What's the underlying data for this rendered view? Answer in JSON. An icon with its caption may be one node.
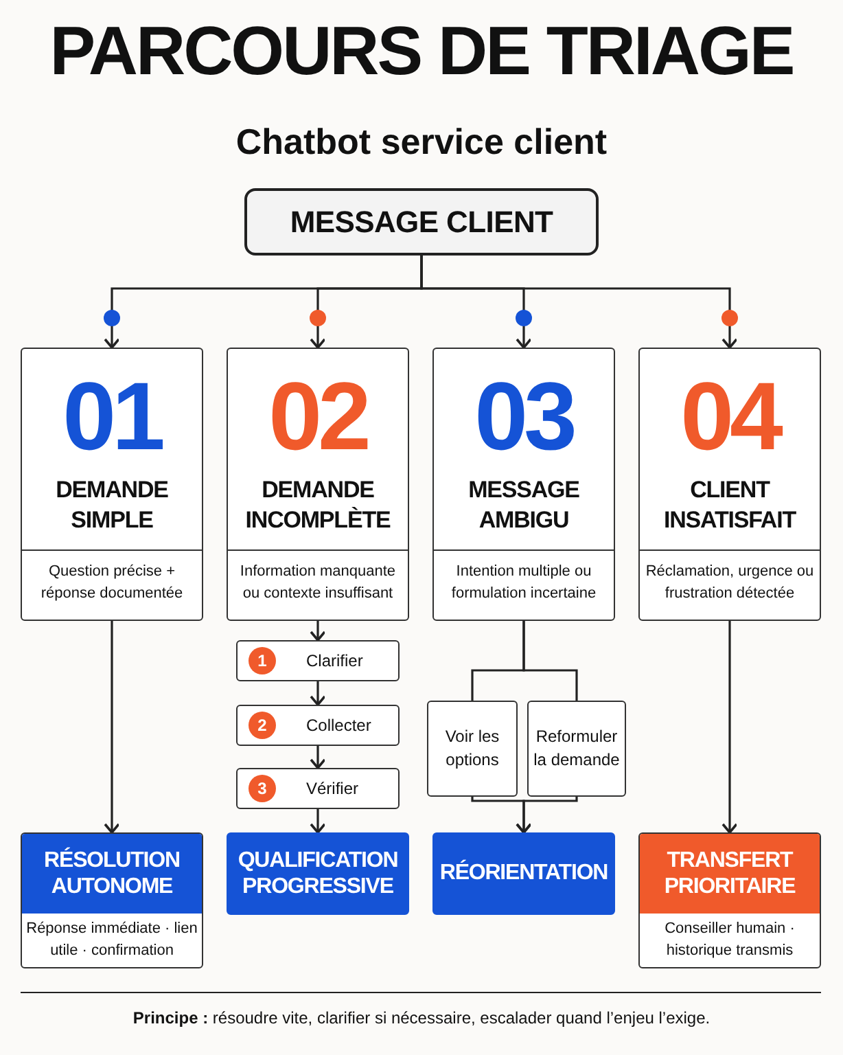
{
  "diagram": {
    "title": "PARCOURS DE TRIAGE",
    "caption": "Chatbot service client",
    "nodes": [
      {
        "text": [
          "MESSAGE CLIENT"
        ]
      },
      {
        "text": [
          "01",
          "DEMANDE SIMPLE",
          "Question précise + réponse documentée"
        ]
      },
      {
        "text": [
          "02",
          "DEMANDE INCOMPLÈTE",
          "Information manquante ou contexte insuffisant"
        ]
      },
      {
        "text": [
          "03",
          "MESSAGE AMBIGU",
          "Intention multiple ou formulation incertaine"
        ]
      },
      {
        "text": [
          "04",
          "CLIENT INSATISFAIT",
          "Réclamation, urgence ou frustration détectée"
        ]
      },
      {
        "text": [
          "1",
          "Clarifier"
        ]
      },
      {
        "text": [
          "2",
          "Collecter"
        ]
      },
      {
        "text": [
          "3",
          "Vérifier"
        ]
      },
      {
        "text": [
          "Voir les options"
        ]
      },
      {
        "text": [
          "Reformuler la demande"
        ]
      },
      {
        "text": [
          "RÉSOLUTION AUTONOME",
          "Réponse immédiate · lien utile · confirmation"
        ]
      },
      {
        "text": [
          "QUALIFICATION PROGRESSIVE"
        ]
      },
      {
        "text": [
          "RÉORIENTATION"
        ]
      },
      {
        "text": [
          "TRANSFERT PRIORITAIRE",
          "Conseiller humain · historique transmis"
        ]
      }
    ],
    "edges": [
      {
        "from": 0,
        "to": 1,
        "arrow": "to"
      },
      {
        "from": 0,
        "to": 2,
        "arrow": "to"
      },
      {
        "from": 0,
        "to": 3,
        "arrow": "to"
      },
      {
        "from": 0,
        "to": 4,
        "arrow": "to"
      },
      {
        "from": 1,
        "to": 10,
        "arrow": "to"
      },
      {
        "from": 2,
        "to": 5,
        "arrow": "to"
      },
      {
        "from": 5,
        "to": 6,
        "arrow": "to"
      },
      {
        "from": 6,
        "to": 7,
        "arrow": "to"
      },
      {
        "from": 7,
        "to": 11,
        "arrow": "to"
      },
      {
        "from": 3,
        "to": 8,
        "arrow": "none"
      },
      {
        "from": 3,
        "to": 9,
        "arrow": "none"
      },
      {
        "from": 8,
        "to": 12,
        "arrow": "to"
      },
      {
        "from": 9,
        "to": 12,
        "arrow": "to"
      },
      {
        "from": 4,
        "to": 13,
        "arrow": "to"
      }
    ],
    "labels": [
      "**Principe :** résoudre vite, clarifier si nécessaire, escalader quand l’enjeu l’exige."
    ]
  }
}
